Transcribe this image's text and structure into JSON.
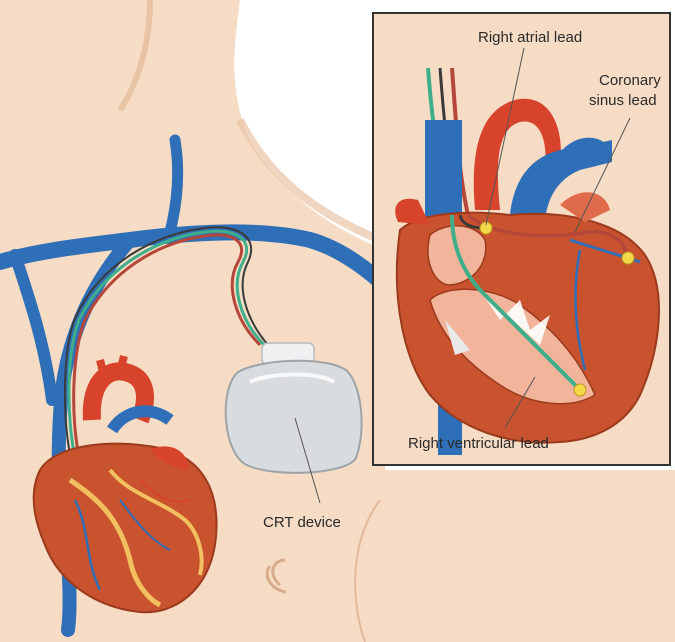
{
  "labels": {
    "right_atrial_lead": "Right atrial lead",
    "coronary_sinus_lead_line1": "Coronary",
    "coronary_sinus_lead_line2": "sinus lead",
    "right_ventricular_lead": "Right ventricular lead",
    "crt_device": "CRT device"
  },
  "colors": {
    "skin": "#f6dcc4",
    "skin_shadow": "#e9c3a5",
    "vein": "#2f6fb7",
    "artery": "#d8432c",
    "heart_muscle": "#c9532e",
    "heart_inner": "#f2b49a",
    "lead_green": "#3fae8a",
    "lead_red": "#b5463a",
    "lead_dark": "#3a3a3a",
    "device": "#d9dcdf",
    "electrode": "#f5d84a",
    "inset_border": "#333333"
  },
  "icons": {
    "heart": "anatomical-heart-icon",
    "device": "crt-device-icon"
  }
}
